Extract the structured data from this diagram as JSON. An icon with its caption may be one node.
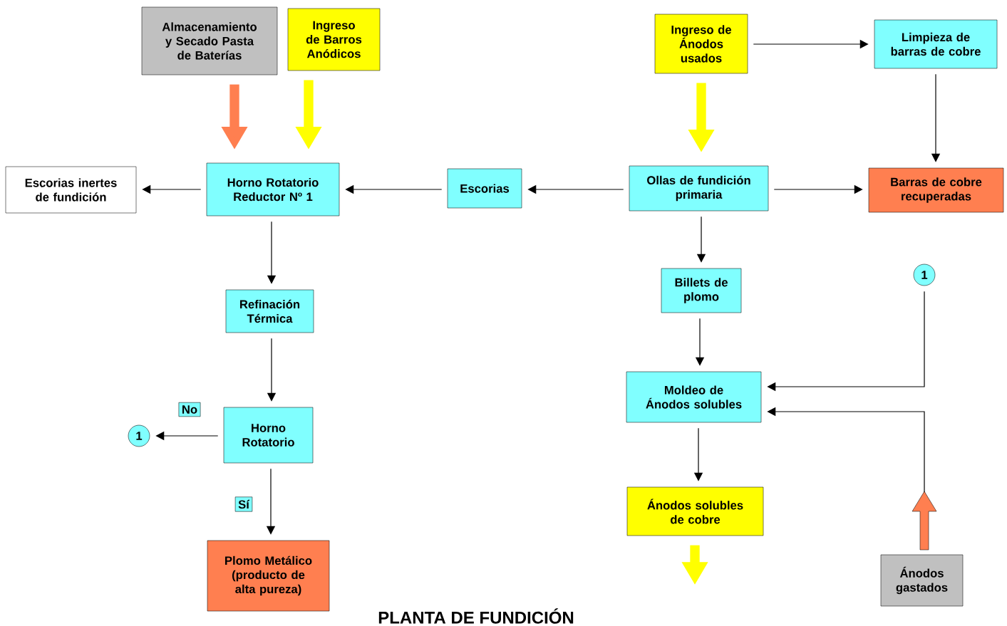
{
  "diagram": {
    "title": "PLANTA DE FUNDICIÓN",
    "nodes": [
      {
        "text": [
          "Almacenamiento y Secado Pasta de Baterías"
        ]
      },
      {
        "text": [
          "Ingreso de Barros Anódicos"
        ]
      },
      {
        "text": [
          "Ingreso de Ánodos usados"
        ]
      },
      {
        "text": [
          "Limpieza de barras de cobre"
        ]
      },
      {
        "text": [
          "Escorias inertes de fundición"
        ]
      },
      {
        "text": [
          "Horno Rotatorio Reductor Nº 1"
        ]
      },
      {
        "text": [
          "Escorias"
        ]
      },
      {
        "text": [
          "Ollas de fundición primaria"
        ]
      },
      {
        "text": [
          "Barras de cobre recuperadas"
        ]
      },
      {
        "text": [
          "1"
        ]
      },
      {
        "text": [
          "Refinación Térmica"
        ]
      },
      {
        "text": [
          "Billets de plomo"
        ]
      },
      {
        "text": [
          "Moldeo de Ánodos solubles"
        ]
      },
      {
        "text": [
          "1"
        ]
      },
      {
        "text": [
          "Horno Rotatorio"
        ]
      },
      {
        "text": [
          "Ánodos solubles de cobre"
        ]
      },
      {
        "text": [
          "Plomo Metálico (producto de alta pureza)"
        ]
      },
      {
        "text": [
          "Ánodos gastados"
        ]
      }
    ],
    "edges": [
      {
        "from": 0,
        "to": 5,
        "arrow": "to",
        "style": "thick",
        "color": "#ff7f50"
      },
      {
        "from": 1,
        "to": 5,
        "arrow": "to",
        "style": "thick",
        "color": "#ffff00"
      },
      {
        "from": 2,
        "to": 7,
        "arrow": "to",
        "style": "thick",
        "color": "#ffff00"
      },
      {
        "from": 2,
        "to": 3,
        "arrow": "to"
      },
      {
        "from": 3,
        "to": 8,
        "arrow": "to"
      },
      {
        "from": 5,
        "to": 4,
        "arrow": "to"
      },
      {
        "from": 6,
        "to": 5,
        "arrow": "to"
      },
      {
        "from": 7,
        "to": 6,
        "arrow": "to"
      },
      {
        "from": 7,
        "to": 8,
        "arrow": "to"
      },
      {
        "from": 7,
        "to": 11,
        "arrow": "to"
      },
      {
        "from": 11,
        "to": 12,
        "arrow": "to"
      },
      {
        "from": 9,
        "to": 12,
        "arrow": "to"
      },
      {
        "from": 17,
        "to": 12,
        "arrow": "to"
      },
      {
        "from": 12,
        "to": 15,
        "arrow": "to"
      },
      {
        "from": 15,
        "to": null,
        "arrow": "to",
        "style": "thick",
        "color": "#ffff00"
      },
      {
        "from": 5,
        "to": 10,
        "arrow": "to"
      },
      {
        "from": 10,
        "to": 14,
        "arrow": "to"
      },
      {
        "from": 14,
        "to": 13,
        "arrow": "to",
        "label": "No"
      },
      {
        "from": 14,
        "to": 16,
        "arrow": "to",
        "label": "Sí"
      }
    ]
  }
}
